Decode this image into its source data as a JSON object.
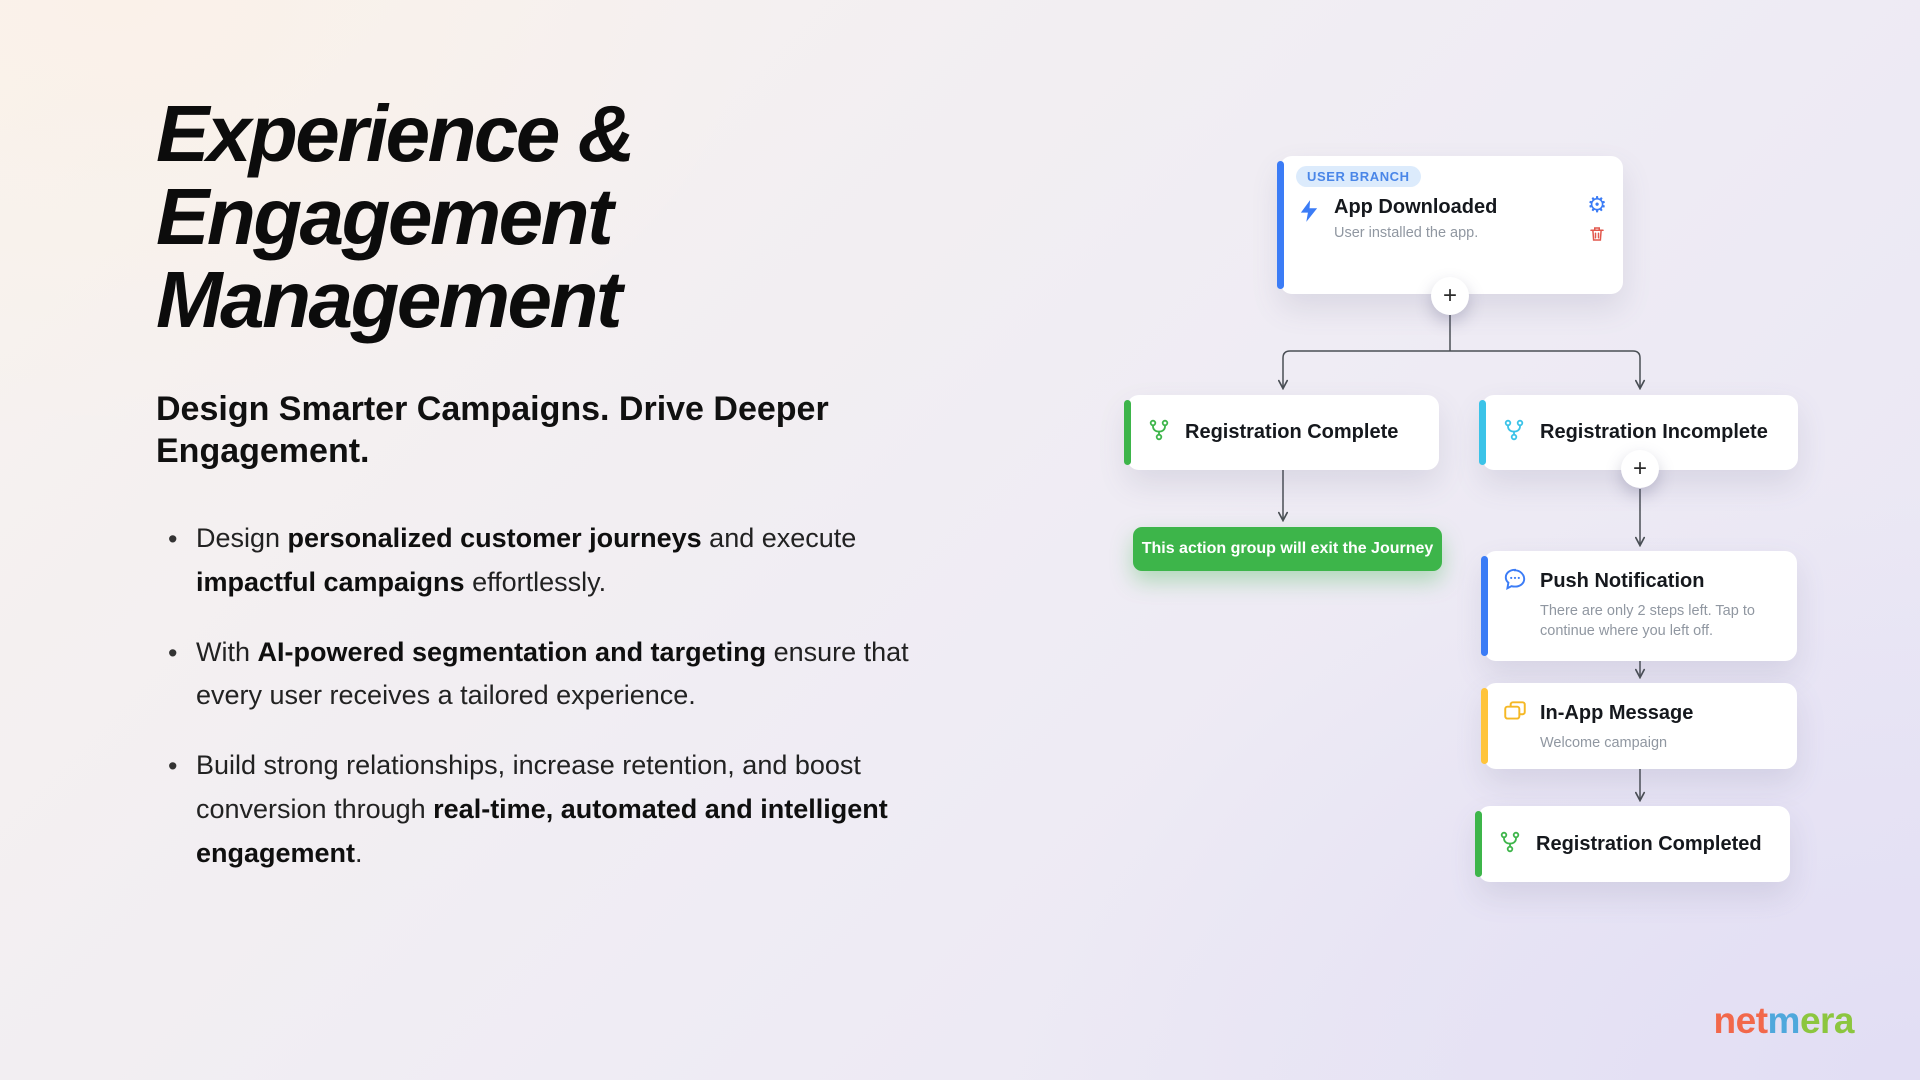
{
  "title": {
    "line1": "Experience &",
    "line2": "Engagement",
    "line3": "Management"
  },
  "subtitle": {
    "line1": "Design Smarter Campaigns. Drive Deeper",
    "line2": "Engagement."
  },
  "bullets": {
    "b1": {
      "s1": "Design ",
      "s2": "personalized customer journeys",
      "s3": " and execute ",
      "s4": "impactful campaigns",
      "s5": " effortlessly."
    },
    "b2": {
      "s1": "With ",
      "s2": "AI-powered segmentation and targeting",
      "s3": " ensure that every user receives a tailored experience."
    },
    "b3": {
      "s1": "Build strong relationships, increase retention, and boost conversion through ",
      "s2": "real-time, automated and intelligent engagement",
      "s3": "."
    }
  },
  "diagram": {
    "user_branch_badge": "USER BRANCH",
    "plus": "+",
    "icons": {
      "gear_glyph": "⚙"
    },
    "nodes": {
      "app_downloaded": {
        "title": "App Downloaded",
        "subtitle": "User installed the app."
      },
      "registration_complete": {
        "title": "Registration Complete"
      },
      "registration_incomplete": {
        "title": "Registration Incomplete"
      },
      "exit_note": "This action group will exit the Journey",
      "push_notification": {
        "title": "Push Notification",
        "subtitle": "There are only 2 steps left. Tap to continue where you left off."
      },
      "in_app_message": {
        "title": "In-App Message",
        "subtitle": "Welcome campaign"
      },
      "registration_completed": {
        "title": "Registration Completed"
      }
    },
    "colors": {
      "blue": "#3B7CF6",
      "green": "#3DB54A",
      "cyan": "#3BC3E8",
      "yellow": "#FFC43B",
      "red": "#E2574C",
      "badge_bg": "#DCEBFC",
      "badge_text": "#4A86E8"
    }
  },
  "logo": {
    "part1": "net",
    "part2": "m",
    "part3": "era"
  }
}
